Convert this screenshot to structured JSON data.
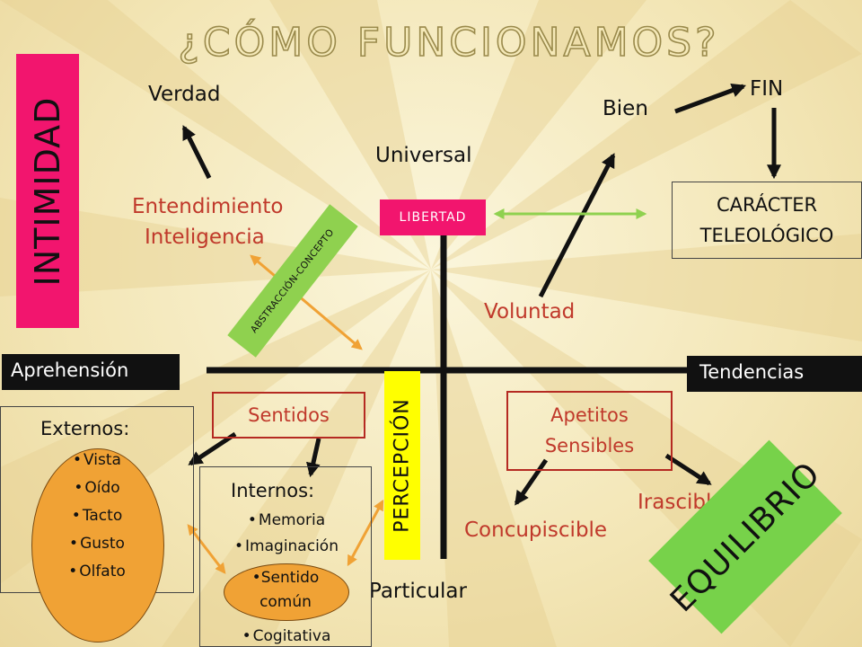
{
  "title": "¿CÓMO FUNCIONAMOS?",
  "intimidad": "INTIMIDAD",
  "equilibrio": "EQUILIBRIO",
  "top_labels": {
    "verdad": "Verdad",
    "universal": "Universal",
    "bien": "Bien",
    "fin": "FIN",
    "particular": "Particular"
  },
  "entendimiento": [
    "Entendimiento",
    "Inteligencia"
  ],
  "libertad": "LIBERTAD",
  "caracter": [
    "CARÁCTER",
    "TELEOLÓGICO"
  ],
  "abstraccion": "ABSTRACCIÓN-CONCEPTO",
  "voluntad": "Voluntad",
  "aprehension": "Aprehensión",
  "tendencias": "Tendencias",
  "sentidos": "Sentidos",
  "percepcion": "PERCEPCIÓN",
  "apetitos": [
    "Apetitos",
    "Sensibles"
  ],
  "externos": {
    "heading": "Externos:",
    "items": [
      "Vista",
      "Oído",
      "Tacto",
      "Gusto",
      "Olfato"
    ]
  },
  "internos": {
    "heading": "Internos:",
    "items_top": [
      "Memoria",
      "Imaginación"
    ],
    "sentido_comun": [
      "Sentido",
      "común"
    ],
    "items_bottom": [
      "Cogitativa"
    ]
  },
  "irascible": "Irascible",
  "concupiscible": "Concupiscible",
  "colors": {
    "pink": "#f2156e",
    "yellow": "#ffff00",
    "green": "#77d24a",
    "orange": "#f0a235",
    "red_text": "#c0392b",
    "black": "#111111"
  }
}
